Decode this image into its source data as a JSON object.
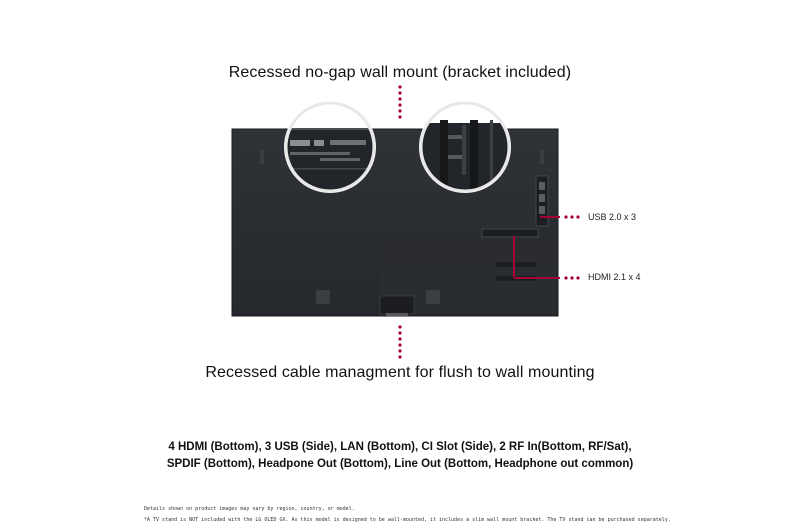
{
  "top_caption": "Recessed no-gap wall mount (bracket included)",
  "bottom_caption": "Recessed cable managment for flush to wall mounting",
  "callouts": {
    "usb": "USB 2.0 x 3",
    "hdmi": "HDMI 2.1 x 4"
  },
  "connectivity": {
    "line1": "4 HDMI (Bottom), 3 USB (Side), LAN (Bottom), CI Slot (Side), 2 RF In(Bottom, RF/Sat),",
    "line2": "SPDIF (Bottom), Headpone Out (Bottom), Line Out (Bottom, Headphone out common)"
  },
  "footnotes": {
    "note1": "Details shown on product images may vary by region, country, or model.",
    "note2": "*A TV stand is NOT included with the LG OLED GX. As this model is designed to be wall-mounted, it includes a slim wall mount bracket. The TV stand can be purchased separately."
  },
  "colors": {
    "accent": "#a50034",
    "panel": "#2b2e33",
    "panel_dark": "#1f2226"
  }
}
